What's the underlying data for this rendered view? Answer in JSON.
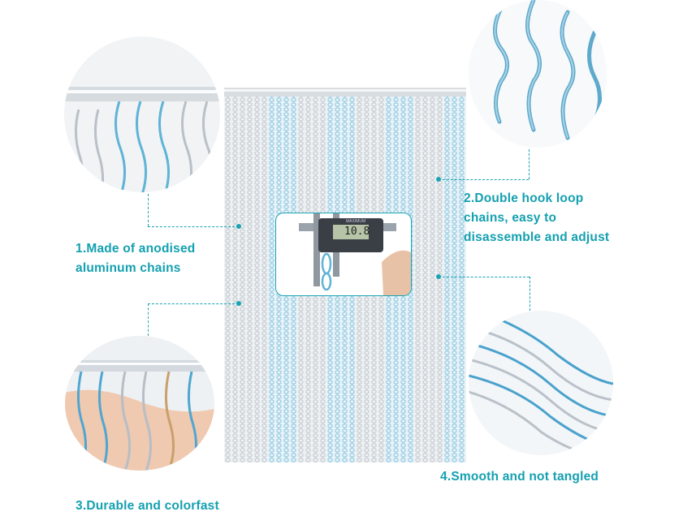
{
  "features": {
    "f1_line1": "1.Made of anodised",
    "f1_line2": "aluminum chains",
    "f2_line1": "2.Double hook loop",
    "f2_line2": "chains, easy to",
    "f2_line3": "disassemble and adjust",
    "f3": "3.Durable and colorfast",
    "f4": "4.Smooth and not tangled"
  },
  "caliper": {
    "display_value": "10.8",
    "brand": "MAXIMUM"
  },
  "colors": {
    "accent": "#14a0b0",
    "chain_blue": "#5fb3d6",
    "chain_silver": "#c7ccd2"
  },
  "icons": [
    "curtain-image",
    "caliper-image",
    "hand-image",
    "chain-closeup-image"
  ]
}
